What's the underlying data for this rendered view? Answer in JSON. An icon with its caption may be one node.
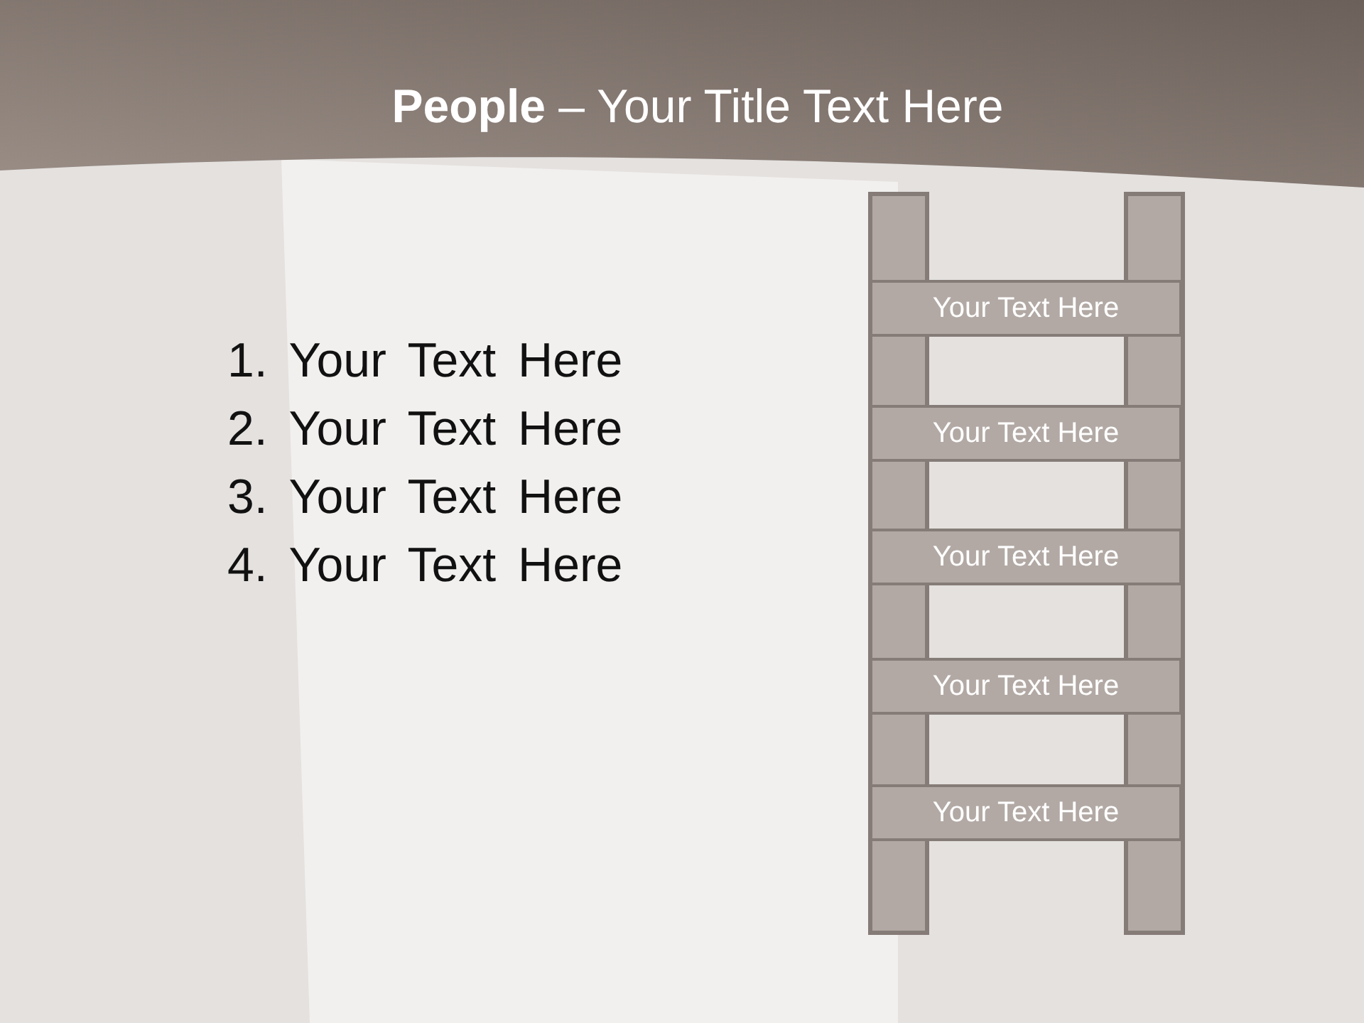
{
  "diagram": {
    "title": "**People** – Your Title Text Here",
    "nodes": [
      {
        "text": [
          "Your Text Here"
        ]
      },
      {
        "text": [
          "Your Text Here"
        ]
      },
      {
        "text": [
          "Your Text Here"
        ]
      },
      {
        "text": [
          "Your Text Here"
        ]
      },
      {
        "text": [
          "Your Text Here"
        ]
      }
    ],
    "labels": [
      "1. Your Text Here",
      "2. Your Text Here",
      "3. Your Text Here",
      "4. Your Text Here"
    ]
  }
}
